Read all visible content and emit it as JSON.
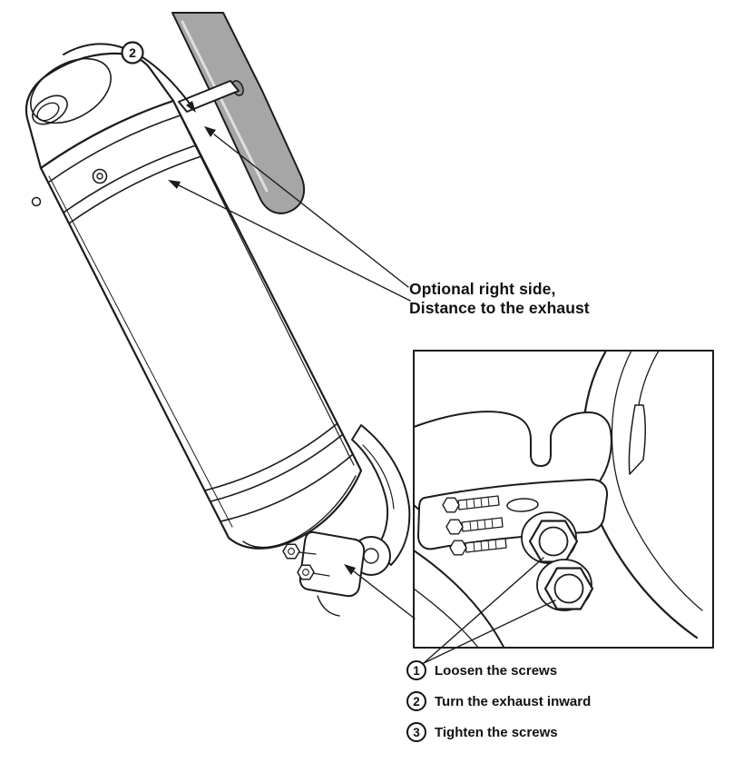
{
  "figure": {
    "callout_number": "2",
    "label_line1": "Optional right side,",
    "label_line2": "Distance to the exhaust"
  },
  "legend": {
    "steps": [
      {
        "num": "1",
        "text": "Loosen the screws"
      },
      {
        "num": "2",
        "text": "Turn the exhaust inward"
      },
      {
        "num": "3",
        "text": "Tighten the screws"
      }
    ]
  },
  "colors": {
    "line": "#1c1c1c",
    "tube_fill": "#a6a6a6",
    "tube_highlight": "#dedede",
    "background": "#ffffff"
  }
}
